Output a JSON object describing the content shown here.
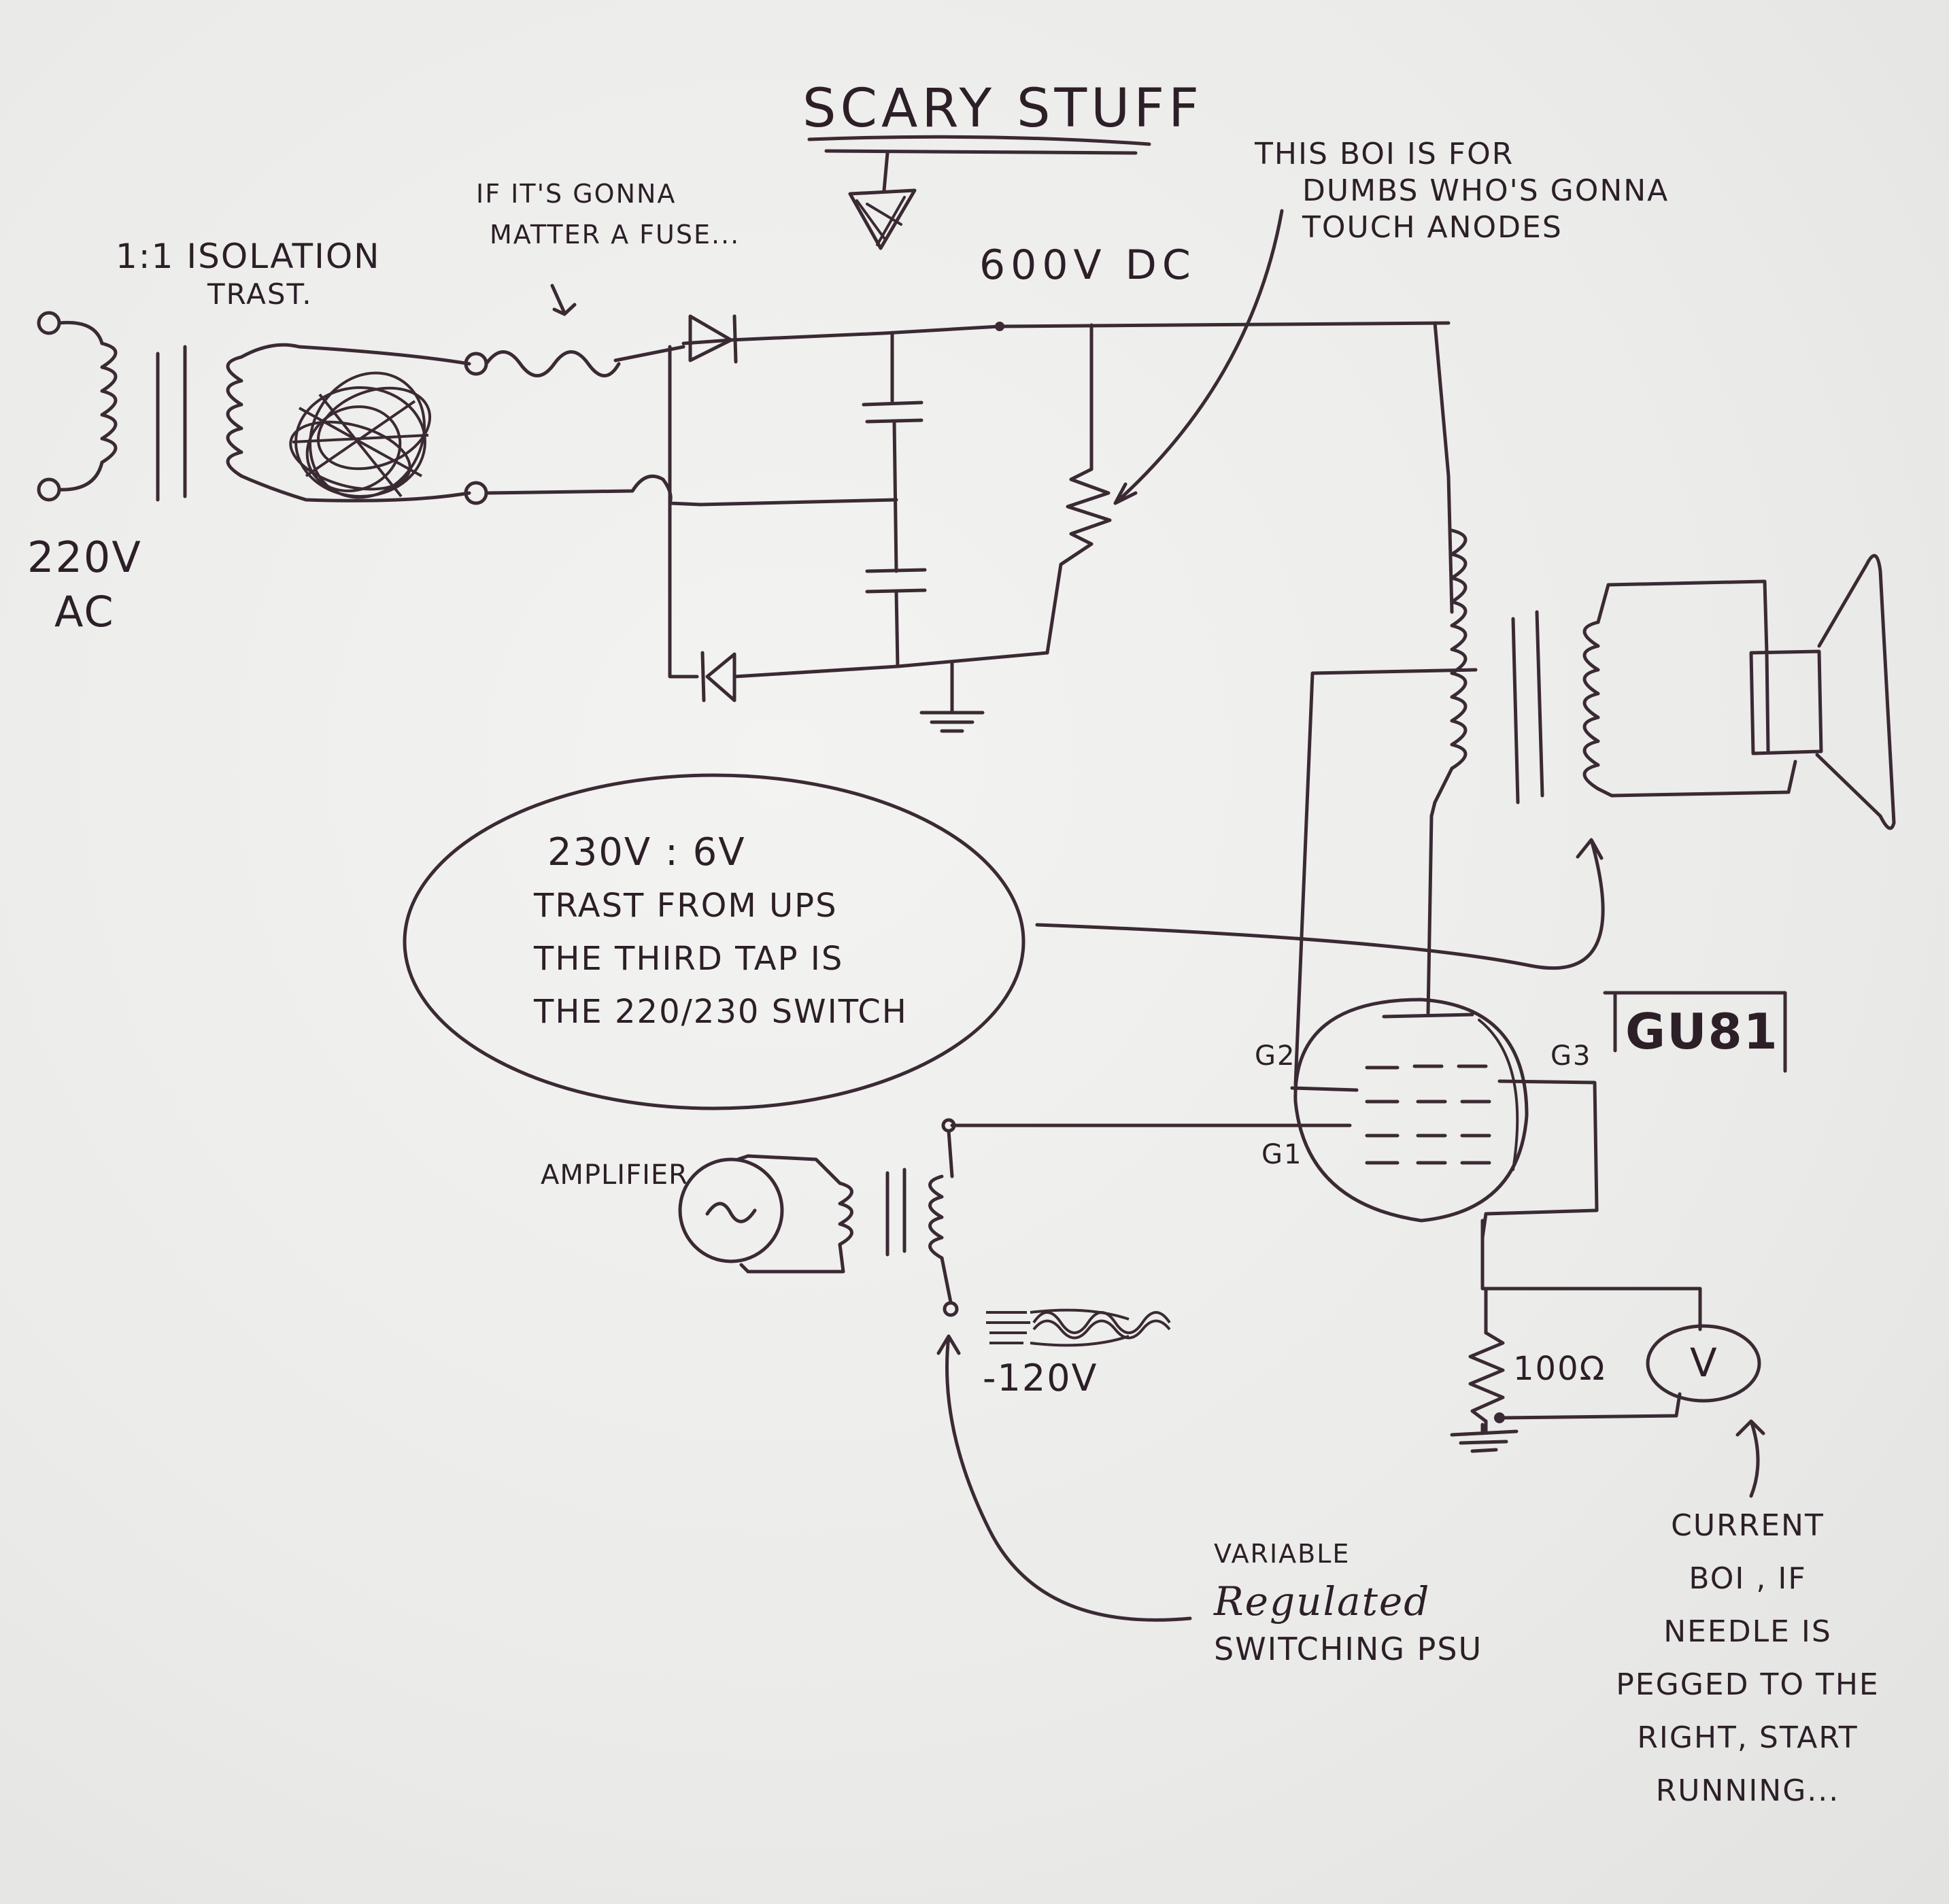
{
  "labels": {
    "scary_stuff": "SCARY STUFF",
    "fuse_note": [
      "IF IT'S GONNA",
      "MATTER A FUSE..."
    ],
    "isolation": [
      "1:1 ISOLATION",
      "TRAST."
    ],
    "mains_voltage": [
      "220V",
      "AC"
    ],
    "dc_voltage": "600V DC",
    "bleeder_note": [
      "THIS BOI IS FOR",
      "DUMBS WHO'S GONNA",
      "TOUCH ANODES"
    ],
    "transformer_note": [
      "230V : 6V",
      "TRAST FROM UPS",
      "THE THIRD TAP IS",
      "THE 220/230 SWITCH"
    ],
    "tube_model": "GU81",
    "g2": "G2",
    "g3": "G3",
    "g1": "G1",
    "amplifier": "AMPLIFIER",
    "bias_voltage": "-120V",
    "resistor_value": "100Ω",
    "meter_symbol": "V",
    "psu_note": [
      "VARIABLE",
      "Regulated",
      "SWITCHING PSU"
    ],
    "current_note": [
      "CURRENT",
      "BOI , IF",
      "NEEDLE IS",
      "PEGGED TO THE",
      "RIGHT, START",
      "RUNNING..."
    ]
  },
  "ink_color": "#3a2a33",
  "paper_color": "#ececea"
}
